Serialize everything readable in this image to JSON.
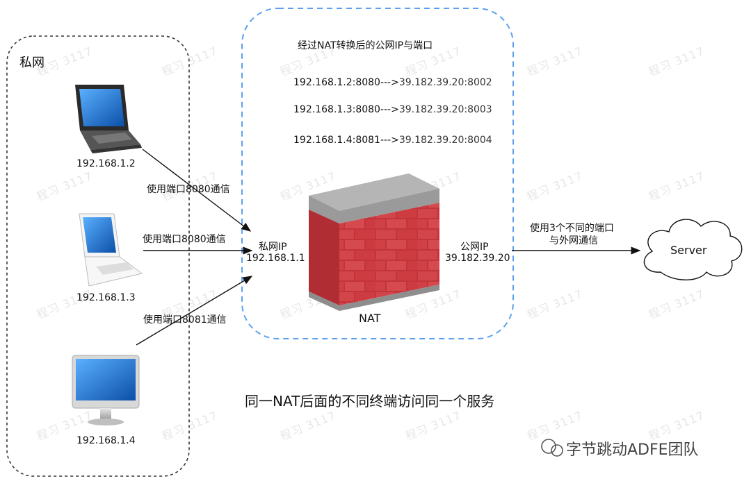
{
  "private_network": {
    "title": "私网",
    "hosts": [
      {
        "ip": "192.168.1.2",
        "link_label": "使用端口8080通信",
        "device": "laptop-icon"
      },
      {
        "ip": "192.168.1.3",
        "link_label": "使用端口8080通信",
        "device": "laptop-white-icon"
      },
      {
        "ip": "192.168.1.4",
        "link_label": "使用端口8081通信",
        "device": "imac-icon"
      }
    ]
  },
  "nat_zone": {
    "header": "经过NAT转换后的公网IP与端口",
    "mappings": [
      {
        "from": "192.168.1.2:8080--->",
        "to": "39.182.39.20:8002"
      },
      {
        "from": "192.168.1.3:8080--->",
        "to": "39.182.39.20:8003"
      },
      {
        "from": "192.168.1.4:8081--->",
        "to": "39.182.39.20:8004"
      }
    ],
    "private_ip_label": "私网IP",
    "private_ip": "192.168.1.1",
    "public_ip_label": "公网IP",
    "public_ip": "39.182.39.20",
    "nat_label": "NAT",
    "device": "firewall-icon"
  },
  "server_link": {
    "line1": "使用3个不同的端口",
    "line2": "与外网通信"
  },
  "server": {
    "label": "Server",
    "shape": "cloud-icon"
  },
  "caption": "同一NAT后面的不同终端访问同一个服务",
  "watermark_text": "程习 3117",
  "brand": "字节跳动ADFE团队",
  "colors": {
    "nat_border": "#5aa0ef",
    "brick": "#c8363a",
    "wall_top": "#9a9a9a"
  }
}
